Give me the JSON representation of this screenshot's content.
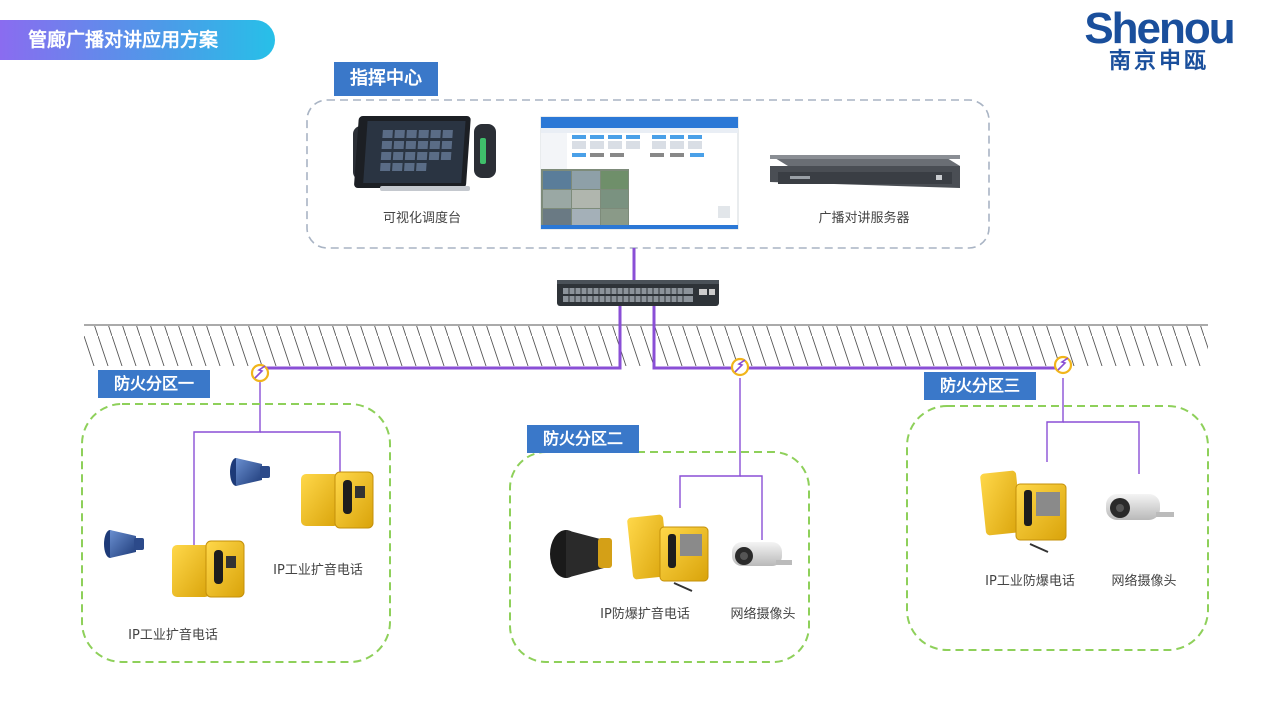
{
  "page": {
    "title": "管廊广播对讲应用方案"
  },
  "logo": {
    "en": "Shenou",
    "cn": "南京申瓯"
  },
  "command_center": {
    "label": "指挥中心",
    "devices": {
      "console": "可视化调度台",
      "server": "广播对讲服务器"
    }
  },
  "zones": {
    "zone1": {
      "label": "防火分区一",
      "phone_a": "IP工业扩音电话",
      "phone_b": "IP工业扩音电话"
    },
    "zone2": {
      "label": "防火分区二",
      "phone": "IP防爆扩音电话",
      "camera": "网络摄像头"
    },
    "zone3": {
      "label": "防火分区三",
      "phone": "IP工业防爆电话",
      "camera": "网络摄像头"
    }
  },
  "colors": {
    "accent": "#3a78c9",
    "cable": "#8a4fd6",
    "zone_border": "#8ed05a",
    "phone": "#f1c21b"
  }
}
